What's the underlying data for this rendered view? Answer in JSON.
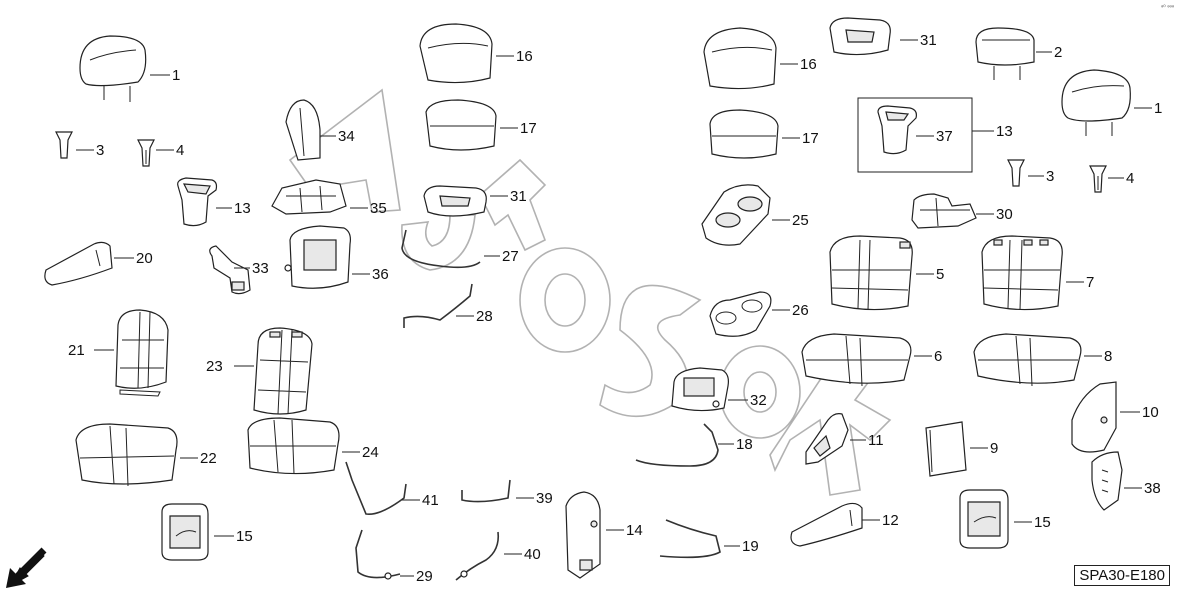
{
  "diagram": {
    "reference_code": "SPA30-E180",
    "corner_mark": "ᵊ⁰ ᵊᵊᵊ",
    "watermark": "AutoSoft",
    "direction_arrow": "arrow-down-left-icon",
    "callouts": [
      "1",
      "3",
      "4",
      "13",
      "20",
      "33",
      "21",
      "23",
      "22",
      "24",
      "15",
      "41",
      "29",
      "39",
      "40",
      "16",
      "17",
      "34",
      "35",
      "31",
      "36",
      "27",
      "28",
      "14",
      "16",
      "17",
      "25",
      "26",
      "32",
      "18",
      "11",
      "12",
      "19",
      "31",
      "37",
      "13",
      "2",
      "1",
      "3",
      "4",
      "30",
      "5",
      "7",
      "6",
      "8",
      "9",
      "10",
      "38",
      "15"
    ]
  }
}
